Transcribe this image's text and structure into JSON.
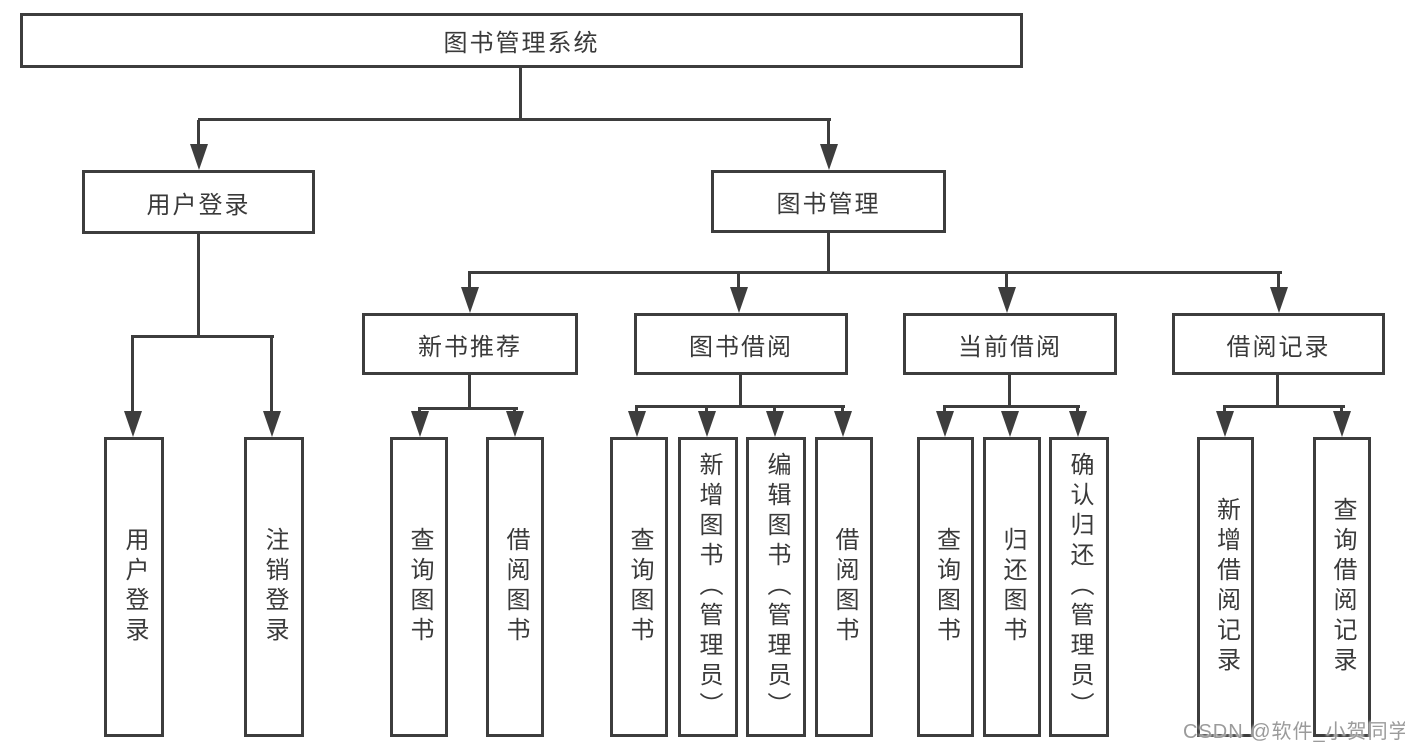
{
  "diagram_title": "图书管理系统",
  "tree": {
    "label": "图书管理系统",
    "children": [
      {
        "label": "用户登录",
        "children": [
          {
            "label": "用户登录"
          },
          {
            "label": "注销登录"
          }
        ]
      },
      {
        "label": "图书管理",
        "children": [
          {
            "label": "新书推荐",
            "children": [
              {
                "label": "查询图书"
              },
              {
                "label": "借阅图书"
              }
            ]
          },
          {
            "label": "图书借阅",
            "children": [
              {
                "label": "查询图书"
              },
              {
                "label": "新增图书（管理员）"
              },
              {
                "label": "编辑图书（管理员）"
              },
              {
                "label": "借阅图书"
              }
            ]
          },
          {
            "label": "当前借阅",
            "children": [
              {
                "label": "查询图书"
              },
              {
                "label": "归还图书"
              },
              {
                "label": "确认归还（管理员）"
              }
            ]
          },
          {
            "label": "借阅记录",
            "children": [
              {
                "label": "新增借阅记录"
              },
              {
                "label": "查询借阅记录"
              }
            ]
          }
        ]
      }
    ]
  },
  "watermark": {
    "text": "CSDN @软件_小贺同学",
    "color": "#9b9b9b"
  },
  "colors": {
    "line": "#3d3d3d",
    "text": "#3a3a3a",
    "background": "#ffffff"
  }
}
